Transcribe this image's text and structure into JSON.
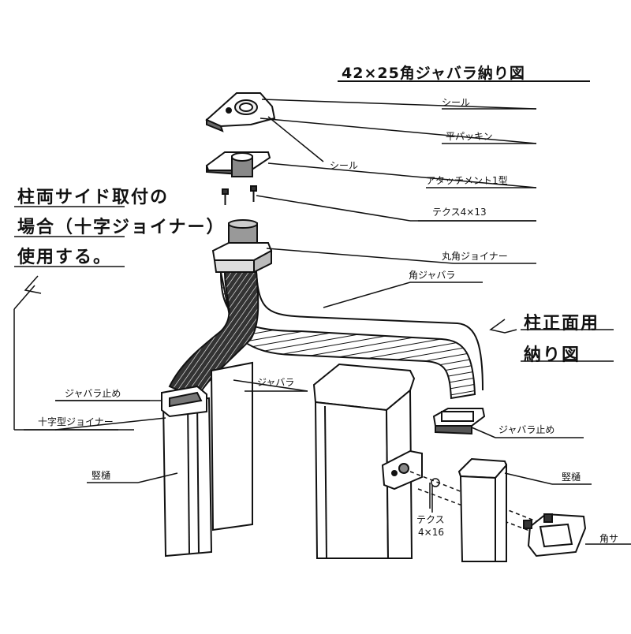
{
  "title": "42×25角ジャバラ納り図",
  "side_note": {
    "line1": "柱両サイド取付の",
    "line2": "場合（十字ジョイナー）",
    "line3": "使用する。"
  },
  "front_note": {
    "line1": "柱正面用",
    "line2": "納り図"
  },
  "labels": {
    "seal_top": "シール",
    "flat_packing": "平パッキン",
    "seal_mid": "シール",
    "attachment": "アタッチメント1型",
    "screw_4x13": "テクス4×13",
    "round_square_joiner": "丸角ジョイナー",
    "square_bellows": "角ジャバラ",
    "bellows": "ジャバラ",
    "bellows_stop_left": "ジャバラ止め",
    "cross_joiner": "十字型ジョイナー",
    "downpipe_left": "竪樋",
    "bellows_stop_right": "ジャバラ止め",
    "downpipe_right": "竪樋",
    "screw_4x16_a": "テクス",
    "screw_4x16_b": "4×16",
    "square_support": "角サ"
  },
  "colors": {
    "ink": "#111111",
    "paper": "#ffffff",
    "shade": "#444444"
  }
}
